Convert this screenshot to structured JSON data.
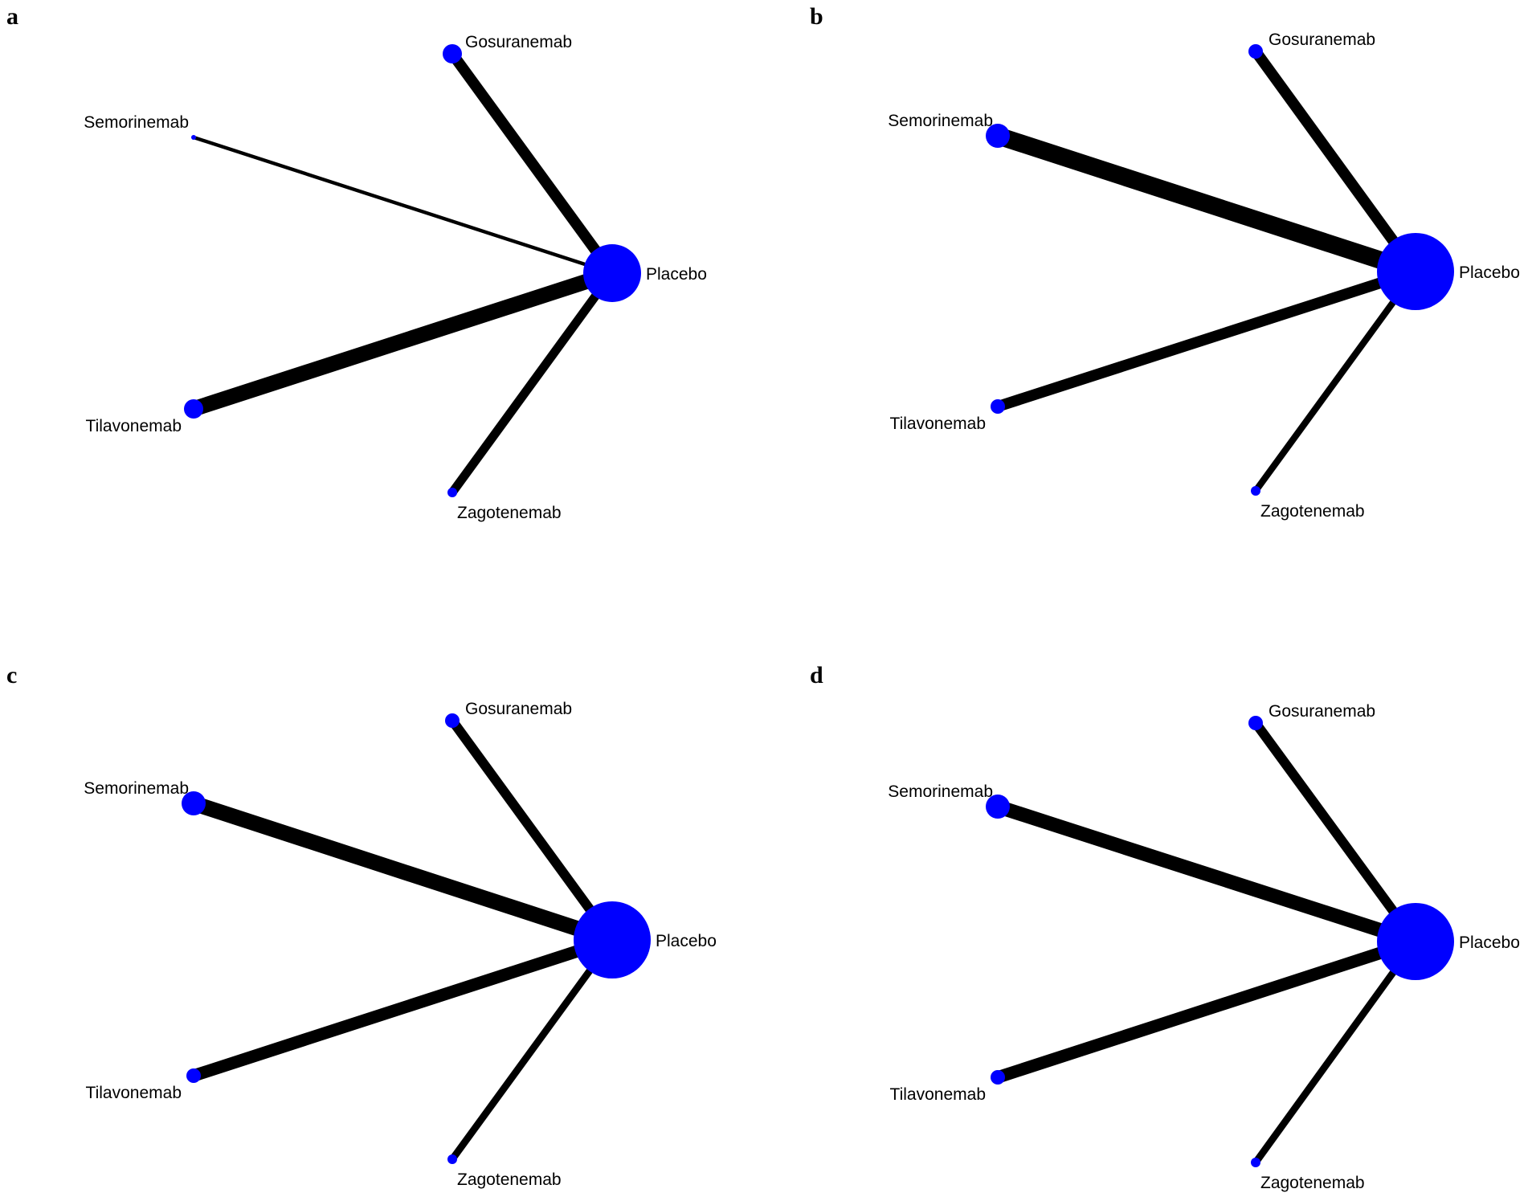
{
  "colors": {
    "node": "#0000ff",
    "edge": "#000000",
    "background": "#ffffff"
  },
  "panels": [
    {
      "letter": "a",
      "nodes": [
        {
          "id": "gos",
          "label": "Gosuranemab",
          "size": 2
        },
        {
          "id": "sem",
          "label": "Semorinemab",
          "size": 0.5
        },
        {
          "id": "pla",
          "label": "Placebo",
          "size": 6
        },
        {
          "id": "til",
          "label": "Tilavonemab",
          "size": 2
        },
        {
          "id": "zag",
          "label": "Zagotenemab",
          "size": 1
        }
      ],
      "edges": [
        {
          "from": "gos",
          "to": "pla",
          "weight": 2.5
        },
        {
          "from": "sem",
          "to": "pla",
          "weight": 0.8
        },
        {
          "from": "til",
          "to": "pla",
          "weight": 3.5
        },
        {
          "from": "zag",
          "to": "pla",
          "weight": 2
        }
      ]
    },
    {
      "letter": "b",
      "nodes": [
        {
          "id": "gos",
          "label": "Gosuranemab",
          "size": 1.5
        },
        {
          "id": "sem",
          "label": "Semorinemab",
          "size": 2.5
        },
        {
          "id": "pla",
          "label": "Placebo",
          "size": 8
        },
        {
          "id": "til",
          "label": "Tilavonemab",
          "size": 1.5
        },
        {
          "id": "zag",
          "label": "Zagotenemab",
          "size": 1
        }
      ],
      "edges": [
        {
          "from": "gos",
          "to": "pla",
          "weight": 2.5
        },
        {
          "from": "sem",
          "to": "pla",
          "weight": 4
        },
        {
          "from": "til",
          "to": "pla",
          "weight": 2.5
        },
        {
          "from": "zag",
          "to": "pla",
          "weight": 1.5
        }
      ]
    },
    {
      "letter": "c",
      "nodes": [
        {
          "id": "gos",
          "label": "Gosuranemab",
          "size": 1.5
        },
        {
          "id": "sem",
          "label": "Semorinemab",
          "size": 2.5
        },
        {
          "id": "pla",
          "label": "Placebo",
          "size": 8
        },
        {
          "id": "til",
          "label": "Tilavonemab",
          "size": 1.5
        },
        {
          "id": "zag",
          "label": "Zagotenemab",
          "size": 1
        }
      ],
      "edges": [
        {
          "from": "gos",
          "to": "pla",
          "weight": 2.2
        },
        {
          "from": "sem",
          "to": "pla",
          "weight": 3.5
        },
        {
          "from": "til",
          "to": "pla",
          "weight": 2.8
        },
        {
          "from": "zag",
          "to": "pla",
          "weight": 1.6
        }
      ]
    },
    {
      "letter": "d",
      "nodes": [
        {
          "id": "gos",
          "label": "Gosuranemab",
          "size": 1.5
        },
        {
          "id": "sem",
          "label": "Semorinemab",
          "size": 2.5
        },
        {
          "id": "pla",
          "label": "Placebo",
          "size": 8
        },
        {
          "id": "til",
          "label": "Tilavonemab",
          "size": 1.5
        },
        {
          "id": "zag",
          "label": "Zagotenemab",
          "size": 1
        }
      ],
      "edges": [
        {
          "from": "gos",
          "to": "pla",
          "weight": 2.2
        },
        {
          "from": "sem",
          "to": "pla",
          "weight": 3.2
        },
        {
          "from": "til",
          "to": "pla",
          "weight": 2.8
        },
        {
          "from": "zag",
          "to": "pla",
          "weight": 1.6
        }
      ]
    }
  ]
}
